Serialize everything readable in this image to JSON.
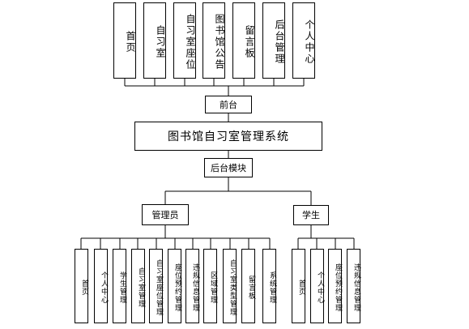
{
  "front_modules": [
    "首页",
    "自习室",
    "自习室座位",
    "图书馆公告",
    "留言板",
    "后台管理",
    "个人中心"
  ],
  "front_label": "前台",
  "system_title": "图书馆自习室管理系统",
  "backend_label": "后台模块",
  "admin": {
    "label": "管理员",
    "modules": [
      "首页",
      "个人中心",
      "学生管理",
      "自习室管理",
      "自习室座位管理",
      "座位预约管理",
      "违规信息管理",
      "区域管理",
      "自习室类型管理",
      "留言板",
      "系统管理"
    ]
  },
  "student": {
    "label": "学生",
    "modules": [
      "首页",
      "个人中心",
      "座位预约管理",
      "违规信息管理"
    ]
  }
}
